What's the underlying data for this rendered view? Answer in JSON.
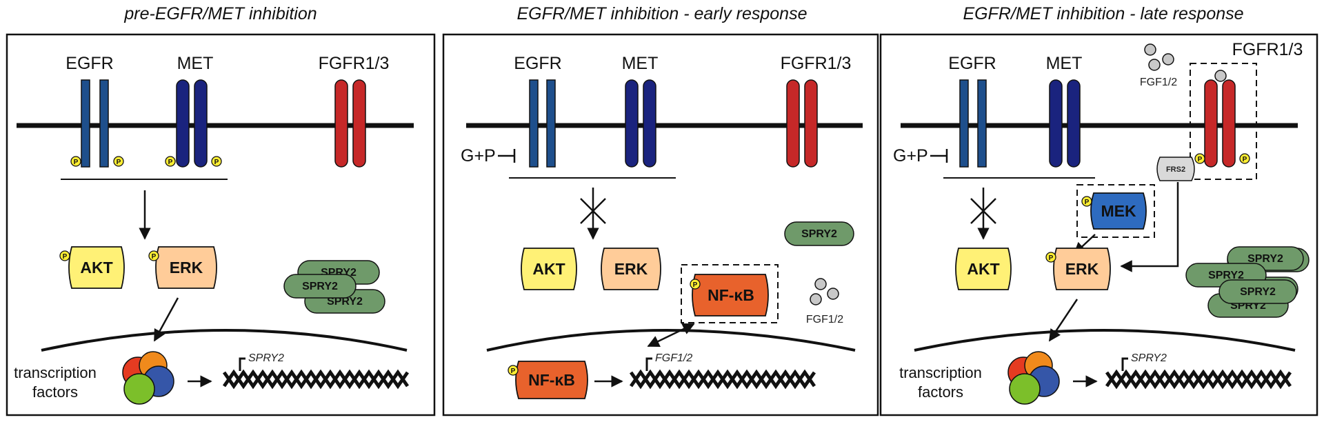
{
  "titles": {
    "panel1": "pre-EGFR/MET inhibition",
    "panel2": "EGFR/MET inhibition - early response",
    "panel3": "EGFR/MET inhibition - late response"
  },
  "receptors": {
    "egfr": "EGFR",
    "met": "MET",
    "fgfr": "FGFR1/3"
  },
  "proteins": {
    "akt": "AKT",
    "erk": "ERK",
    "nfkb": "NF-κB",
    "mek": "MEK",
    "spry2": "SPRY2",
    "frs2": "FRS2",
    "phospho": "P"
  },
  "labels": {
    "inhibitor": "G+P",
    "ligand": "FGF1/2",
    "tf_line1": "transcription",
    "tf_line2": "factors"
  },
  "genes": {
    "spry2": "SPRY2",
    "fgf12": "FGF1/2"
  },
  "colors": {
    "egfr": "#1e4f8c",
    "met": "#1a237e",
    "fgfr": "#c62828",
    "akt": "#fff176",
    "erk": "#ffcc99",
    "nfkb": "#e8622c",
    "mek": "#2e6bbf",
    "spry2": "#6f9a6a",
    "phospho": "#ffee33",
    "tf_red": "#e53b21",
    "tf_orange": "#f08a1c",
    "tf_blue": "#3556a8",
    "tf_green": "#7cbf2a",
    "ligand": "#c8c8c8"
  }
}
